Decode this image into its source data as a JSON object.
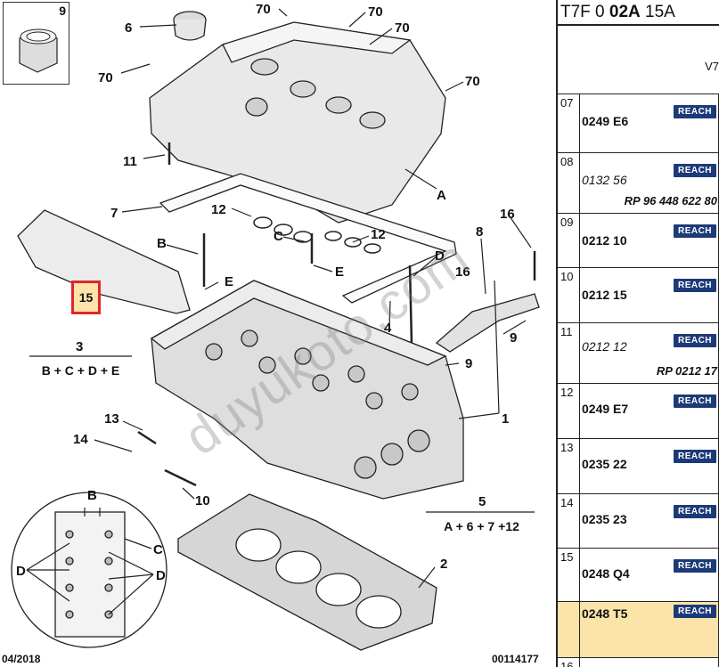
{
  "diagram": {
    "callouts": [
      "9",
      "6",
      "70",
      "70",
      "70",
      "70",
      "70",
      "11",
      "7",
      "12",
      "12",
      "A",
      "B",
      "C",
      "E",
      "E",
      "D",
      "8",
      "16",
      "16",
      "4",
      "9",
      "9",
      "1",
      "13",
      "14",
      "10",
      "5",
      "2",
      "B",
      "C",
      "D",
      "D",
      "3"
    ],
    "combos": {
      "c3": "B + C + D + E",
      "c5": "A + 6 + 7 +12"
    },
    "selected_callout": "15",
    "footer_date": "04/2018",
    "footer_code": "00114177",
    "watermark": "duyukoto.com"
  },
  "panel": {
    "header_light": "T7F 0 ",
    "header_bold": "02A",
    "header_tail": " 15A",
    "subheader": "V7",
    "rows": [
      {
        "idx": "07",
        "ref": "0249 E6",
        "italic": false,
        "sub": "",
        "badge": "REACH"
      },
      {
        "idx": "08",
        "ref": "0132 56",
        "italic": true,
        "sub": "RP 96 448 622 80",
        "badge": "REACH"
      },
      {
        "idx": "09",
        "ref": "0212 10",
        "italic": false,
        "sub": "",
        "badge": "REACH"
      },
      {
        "idx": "10",
        "ref": "0212 15",
        "italic": false,
        "sub": "",
        "badge": "REACH"
      },
      {
        "idx": "11",
        "ref": "0212 12",
        "italic": true,
        "sub": "RP 0212 17",
        "badge": "REACH"
      },
      {
        "idx": "12",
        "ref": "0249 E7",
        "italic": false,
        "sub": "",
        "badge": "REACH"
      },
      {
        "idx": "13",
        "ref": "0235 22",
        "italic": false,
        "sub": "",
        "badge": "REACH"
      },
      {
        "idx": "14",
        "ref": "0235 23",
        "italic": false,
        "sub": "",
        "badge": "REACH"
      },
      {
        "idx": "15",
        "ref": "0248 Q4",
        "italic": false,
        "sub": "",
        "badge": "REACH"
      },
      {
        "idx": "",
        "ref": "0248 T5",
        "italic": false,
        "sub": "",
        "badge": "REACH"
      },
      {
        "idx": "16",
        "ref": "",
        "italic": false,
        "sub": "",
        "badge": ""
      }
    ]
  }
}
